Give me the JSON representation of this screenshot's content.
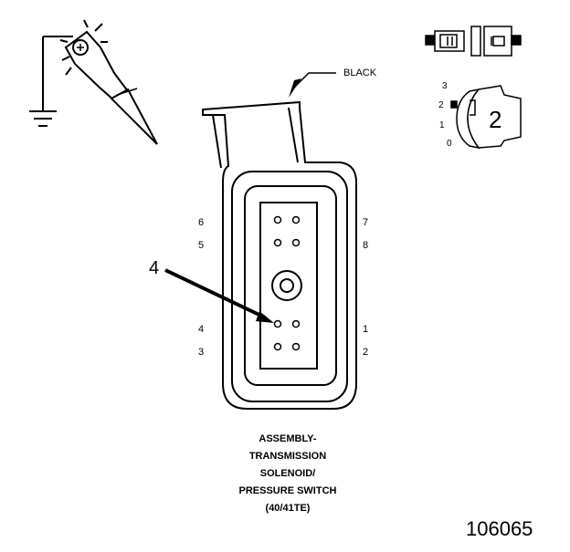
{
  "wire_color_label": "BLACK",
  "callout_number": "4",
  "pin_labels": {
    "p6": "6",
    "p5": "5",
    "p4": "4",
    "p3": "3",
    "p7": "7",
    "p8": "8",
    "p1": "1",
    "p2": "2"
  },
  "view_indicator": {
    "positions": {
      "p3": "3",
      "p2": "2",
      "p1": "1",
      "p0": "0"
    },
    "view_number": "2"
  },
  "caption_lines": [
    "ASSEMBLY-",
    "TRANSMISSION",
    "SOLENOID/",
    "PRESSURE SWITCH",
    "(40/41TE)"
  ],
  "figure_number": "106065"
}
